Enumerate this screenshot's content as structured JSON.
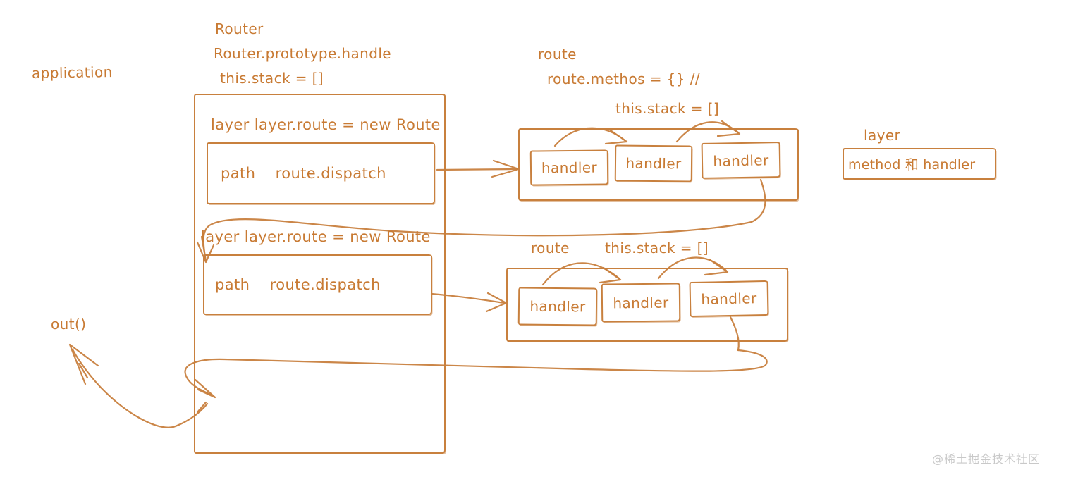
{
  "colors": {
    "ink": "#c8803e",
    "text": "#c87a33",
    "watermark": "#c9c9c9",
    "background": "#ffffff"
  },
  "labels": {
    "application": "application",
    "router_title": "Router",
    "router_prototype_handle": "Router.prototype.handle",
    "router_stack": "this.stack = []",
    "layer_row_1": "layer layer.route = new Route",
    "path_dispatch_1": "path    route.dispatch",
    "layer_row_2": "layer layer.route = new Route",
    "path_dispatch_2": "path    route.dispatch",
    "out_call": "out()"
  },
  "route_top": {
    "title": "route",
    "methods_line": "route.methos = {} //",
    "stack_line": "this.stack = []",
    "handlers": [
      "handler",
      "handler",
      "handler"
    ]
  },
  "route_bottom": {
    "title": "route",
    "stack_line": "this.stack = []",
    "handlers": [
      "handler",
      "handler",
      "handler"
    ]
  },
  "layer_detail": {
    "title": "layer",
    "content": "method 和 handler"
  },
  "watermark": "@稀土掘金技术社区"
}
